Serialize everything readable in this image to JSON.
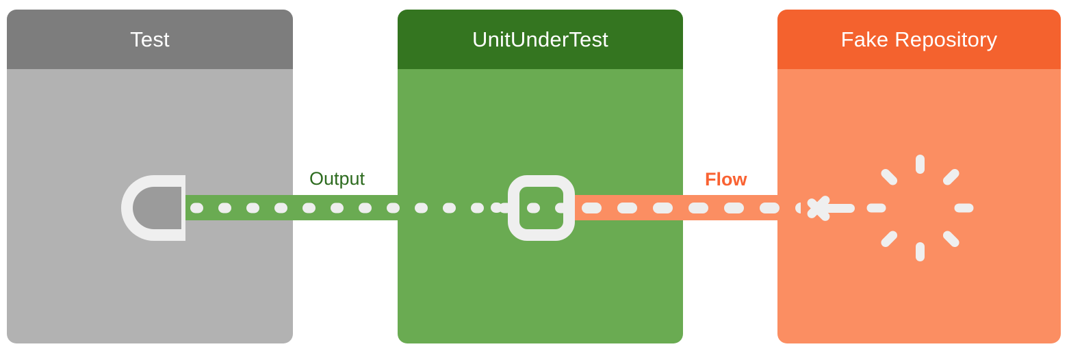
{
  "diagram": {
    "type": "sequence-participants",
    "background": "#ffffff",
    "panels": [
      {
        "id": "test",
        "title": "Test",
        "header_color": "#7d7d7d",
        "body_color": "#b2b2b2",
        "icon": "socket-d-shape-icon"
      },
      {
        "id": "unit-under-test",
        "title": "UnitUnderTest",
        "header_color": "#347520",
        "body_color": "#6aab52",
        "icon": "rounded-square-port-icon"
      },
      {
        "id": "fake-repository",
        "title": "Fake Repository",
        "header_color": "#f4622e",
        "body_color": "#fb8e62",
        "icon": "dashed-circle-icon"
      }
    ],
    "connectors": [
      {
        "id": "output",
        "label": "Output",
        "label_color": "#2d6b1f",
        "band_color": "#6aab52",
        "dash_color": "#eeeeee",
        "bold": false,
        "from": "test",
        "to": "unit-under-test",
        "dash_count": 14,
        "dash_style": "small-oval"
      },
      {
        "id": "flow",
        "label": "Flow",
        "label_color": "#f96232",
        "band_color": "#fb8e62",
        "dash_color": "#eeeeee",
        "bold": true,
        "from": "fake-repository",
        "to": "unit-under-test",
        "dash_count": 7,
        "dash_style": "wide-oval"
      }
    ],
    "icons": {
      "arrow_left": "arrow-left-icon",
      "dashed_circle_segments": 8
    }
  }
}
